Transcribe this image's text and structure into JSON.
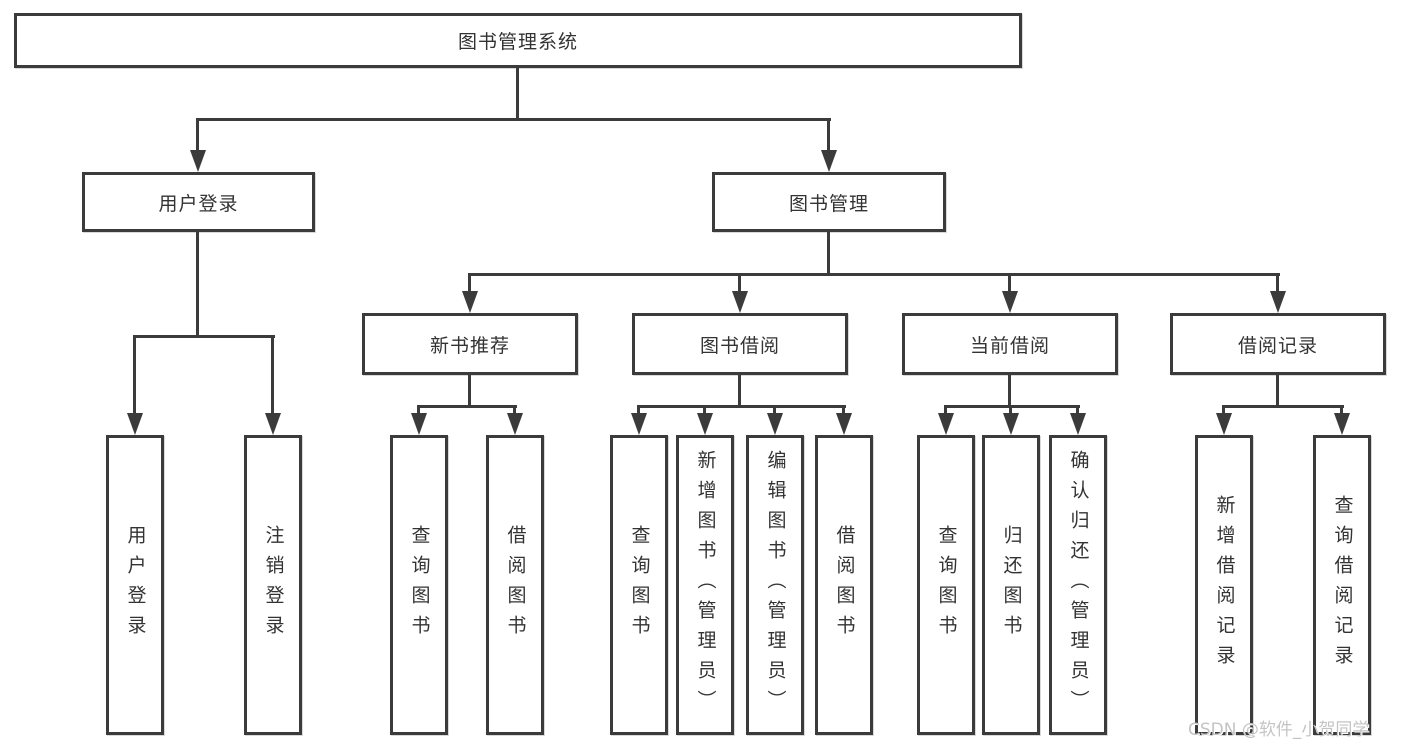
{
  "colors": {
    "line": "#3b3b3b",
    "text": "#333333",
    "watermark": "#c4c4c4",
    "background": "#ffffff"
  },
  "nodes": {
    "root": {
      "label": "图书管理系统"
    },
    "user_login": {
      "label": "用户登录"
    },
    "book_mgmt": {
      "label": "图书管理"
    },
    "new_book_rec": {
      "label": "新书推荐"
    },
    "book_borrow": {
      "label": "图书借阅"
    },
    "current_borrow": {
      "label": "当前借阅"
    },
    "borrow_records": {
      "label": "借阅记录"
    },
    "leaf_user_login": {
      "label": "用户登录"
    },
    "leaf_logout": {
      "label": "注销登录"
    },
    "leaf_nbr_query": {
      "label": "查询图书"
    },
    "leaf_nbr_borrow": {
      "label": "借阅图书"
    },
    "leaf_bb_query": {
      "label": "查询图书"
    },
    "leaf_bb_add": {
      "label": "新增图书（管理员）"
    },
    "leaf_bb_edit": {
      "label": "编辑图书（管理员）"
    },
    "leaf_bb_borrow": {
      "label": "借阅图书"
    },
    "leaf_cb_query": {
      "label": "查询图书"
    },
    "leaf_cb_return": {
      "label": "归还图书"
    },
    "leaf_cb_confirm": {
      "label": "确认归还（管理员）"
    },
    "leaf_br_add": {
      "label": "新增借阅记录"
    },
    "leaf_br_query": {
      "label": "查询借阅记录"
    }
  },
  "watermark": "CSDN @软件_小贺同学"
}
